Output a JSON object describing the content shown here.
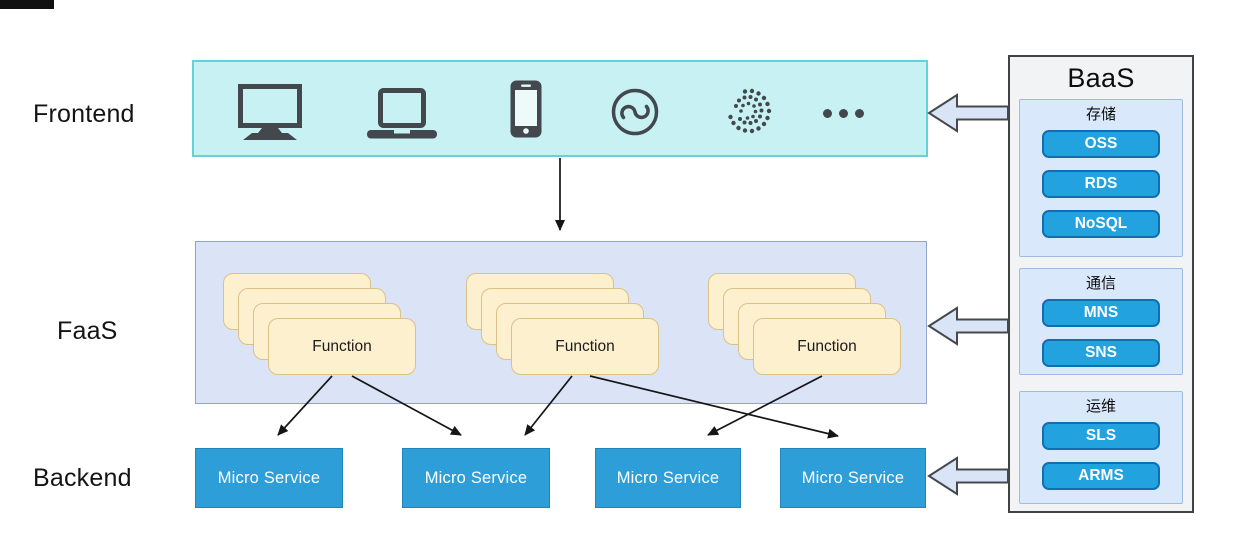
{
  "colors": {
    "frontend-fill": "#c7f1f3",
    "frontend-border": "#63d2dc",
    "faas-fill": "#dae4f6",
    "faas-border": "#93a3c3",
    "card-fill": "#fcf0cf",
    "card-border": "#dcc187",
    "service-fill": "#2d9ed7",
    "service-border": "#2384ba",
    "baas-fill": "#f2f3f4",
    "baas-border": "#424242",
    "panel-fill": "#d9e8fb",
    "panel-border": "#9fbcde",
    "btn-fill": "#23a2e0",
    "btn-border": "#0f6fb0",
    "block-arrow-fill": "#d9e5f7",
    "block-arrow-border": "#45494e",
    "icon-color": "#42484d",
    "arrow-color": "#151515"
  },
  "labels": {
    "frontend": "Frontend",
    "faas": "FaaS",
    "backend": "Backend"
  },
  "frontend": {
    "icons": [
      "monitor-icon",
      "laptop-icon",
      "smartphone-icon",
      "mini-program-icon",
      "iota-icon",
      "more-ellipsis-icon"
    ]
  },
  "faas": {
    "stacks": [
      {
        "label": "Function"
      },
      {
        "label": "Function"
      },
      {
        "label": "Function"
      }
    ]
  },
  "backend": {
    "services": [
      "Micro Service",
      "Micro Service",
      "Micro Service",
      "Micro Service"
    ]
  },
  "baas": {
    "title": "BaaS",
    "sections": [
      {
        "label": "存储",
        "items": [
          "OSS",
          "RDS",
          "NoSQL"
        ]
      },
      {
        "label": "通信",
        "items": [
          "MNS",
          "SNS"
        ]
      },
      {
        "label": "运维",
        "items": [
          "SLS",
          "ARMS"
        ]
      }
    ]
  }
}
